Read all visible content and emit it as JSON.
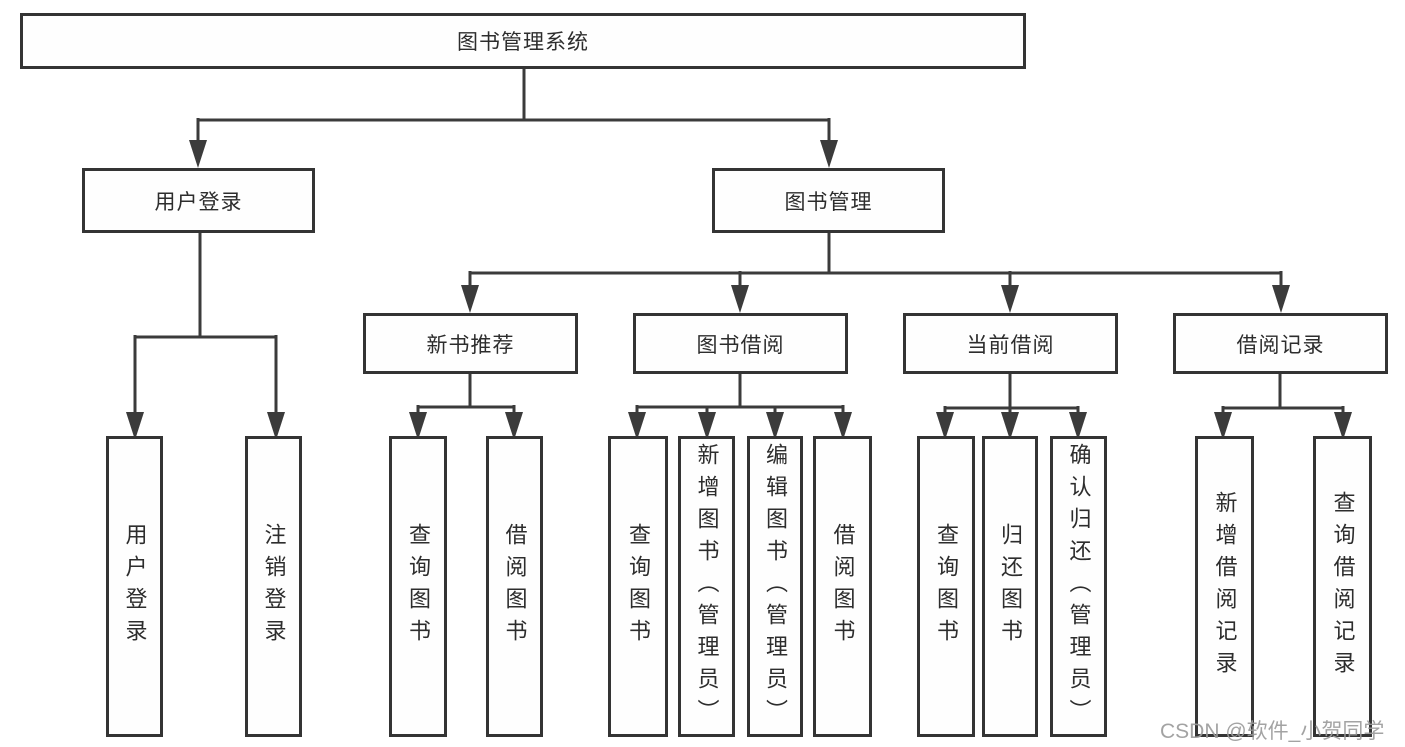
{
  "tree": {
    "root": {
      "label": "图书管理系统"
    },
    "branches": [
      {
        "label": "用户登录",
        "children": [
          {
            "label": "用户登录"
          },
          {
            "label": "注销登录"
          }
        ]
      },
      {
        "label": "图书管理",
        "children": [
          {
            "label": "新书推荐",
            "children": [
              {
                "label": "查询图书"
              },
              {
                "label": "借阅图书"
              }
            ]
          },
          {
            "label": "图书借阅",
            "children": [
              {
                "label": "查询图书"
              },
              {
                "label": "新增图书（管理员）"
              },
              {
                "label": "编辑图书（管理员）"
              },
              {
                "label": "借阅图书"
              }
            ]
          },
          {
            "label": "当前借阅",
            "children": [
              {
                "label": "查询图书"
              },
              {
                "label": "归还图书"
              },
              {
                "label": "确认归还（管理员）"
              }
            ]
          },
          {
            "label": "借阅记录",
            "children": [
              {
                "label": "新增借阅记录"
              },
              {
                "label": "查询借阅记录"
              }
            ]
          }
        ]
      }
    ]
  },
  "watermark": {
    "text": "CSDN @软件_小贺同学"
  },
  "colors": {
    "line": "#3b3b3b",
    "box_border": "#343434",
    "text": "#2d2d2d",
    "watermark": "#9b9b9b",
    "background": "#ffffff"
  }
}
